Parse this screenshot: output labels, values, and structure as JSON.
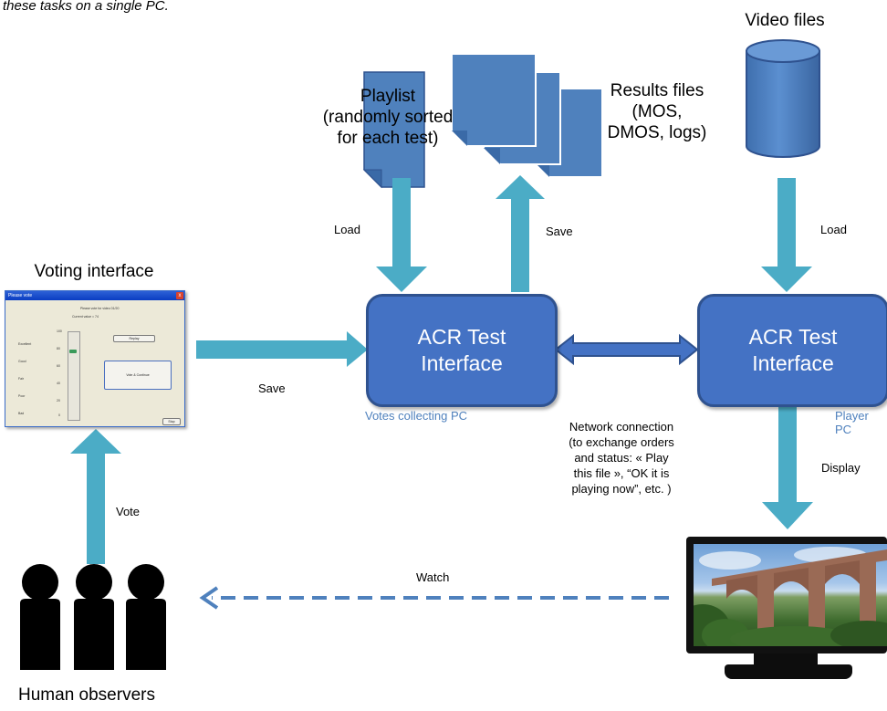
{
  "caption": "these tasks on a single PC.",
  "labels": {
    "playlist": "Playlist\n(randomly sorted\nfor each test)",
    "results_files": "Results files\n(MOS,\nDMOS, logs)",
    "video_files": "Video files",
    "voting_interface": "Voting interface",
    "human_observers": "Human observers",
    "load_left": "Load",
    "save_top": "Save",
    "load_right": "Load",
    "save_left": "Save",
    "vote": "Vote",
    "watch": "Watch",
    "display": "Display",
    "votes_collecting_pc": "Votes collecting PC",
    "player_pc": "Player PC",
    "network_connection": "Network connection\n(to exchange orders\nand status: « Play\nthis file », “OK it  is\nplaying now”, etc. )"
  },
  "acr_left": "ACR Test\nInterface",
  "acr_right": "ACR Test\nInterface",
  "voting_window": {
    "title": "Please vote",
    "close": "x",
    "prompt": "Please vote for video 01/20",
    "current_value": "Current value = 74",
    "scale_labels": [
      "Excellent",
      "Good",
      "Fair",
      "Poor",
      "Bad"
    ],
    "scale_numbers": [
      "100",
      "80",
      "60",
      "40",
      "20",
      "0"
    ],
    "replay_button": "Replay",
    "vote_button": "Vote & Continue",
    "stop_button": "Stop"
  },
  "colors": {
    "arrow": "#4bacc6",
    "box": "#4472c4",
    "box_border": "#2f528f",
    "doc": "#4f81bd",
    "dashed_arrow": "#4f81bd",
    "label_blue": "#4f81bd"
  }
}
